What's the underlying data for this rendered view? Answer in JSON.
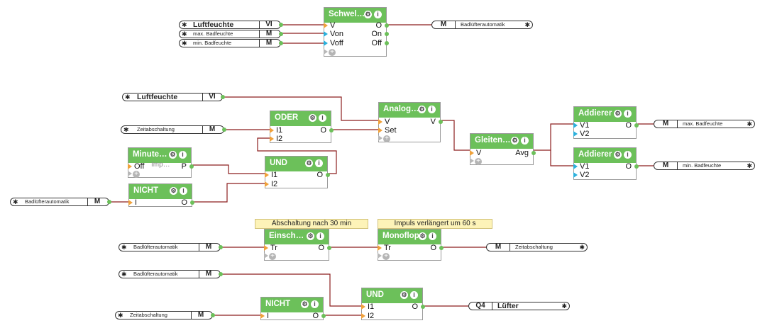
{
  "connectors": [
    {
      "name": "Luftfeuchte",
      "type": "VI",
      "dir": "in",
      "bold": true
    },
    {
      "name": "max. Badfeuchte",
      "type": "M",
      "dir": "in",
      "bold": false
    },
    {
      "name": "min. Badfeuchte",
      "type": "M",
      "dir": "in",
      "bold": false
    },
    {
      "name": "Badlüfterautomatik",
      "type": "M",
      "dir": "out",
      "bold": false
    },
    {
      "name": "Luftfeuchte",
      "type": "VI",
      "dir": "in",
      "bold": true
    },
    {
      "name": "Zeitabschaltung",
      "type": "M",
      "dir": "in",
      "bold": false
    },
    {
      "name": "Badlüfterautomatik",
      "type": "M",
      "dir": "in",
      "bold": false
    },
    {
      "name": "max. Badfeuchte",
      "type": "M",
      "dir": "out",
      "bold": false
    },
    {
      "name": "min. Badfeuchte",
      "type": "M",
      "dir": "out",
      "bold": false
    },
    {
      "name": "Badlüfterautomatik",
      "type": "M",
      "dir": "in",
      "bold": false
    },
    {
      "name": "Zeitabschaltung",
      "type": "M",
      "dir": "out",
      "bold": false
    },
    {
      "name": "Badlüfterautomatik",
      "type": "M",
      "dir": "in",
      "bold": false
    },
    {
      "name": "Zeitabschaltung",
      "type": "M",
      "dir": "in",
      "bold": false
    },
    {
      "name": "Lüfter",
      "type": "Q4",
      "dir": "out",
      "bold": true
    }
  ],
  "blocks": [
    {
      "title": "Schwel…",
      "inputs": [
        "V",
        "Von",
        "Voff"
      ],
      "outputs": [
        "O",
        "On",
        "Off"
      ],
      "sub": ""
    },
    {
      "title": "ODER",
      "inputs": [
        "I1",
        "I2"
      ],
      "outputs": [
        "O"
      ],
      "sub": ""
    },
    {
      "title": "Analog…",
      "inputs": [
        "V",
        "Set"
      ],
      "outputs": [
        "V"
      ],
      "sub": ""
    },
    {
      "title": "Gleiten…",
      "inputs": [
        "V"
      ],
      "outputs": [
        "Avg"
      ],
      "sub": ""
    },
    {
      "title": "Addierer",
      "inputs": [
        "V1",
        "V2"
      ],
      "outputs": [
        "O"
      ],
      "sub": ""
    },
    {
      "title": "Addierer",
      "inputs": [
        "V1",
        "V2"
      ],
      "outputs": [
        "O"
      ],
      "sub": ""
    },
    {
      "title": "Minute…",
      "inputs": [
        "Off"
      ],
      "outputs": [
        "P"
      ],
      "sub": "Imp…"
    },
    {
      "title": "UND",
      "inputs": [
        "I1",
        "I2"
      ],
      "outputs": [
        "O"
      ],
      "sub": ""
    },
    {
      "title": "NICHT",
      "inputs": [
        "I"
      ],
      "outputs": [
        "O"
      ],
      "sub": ""
    },
    {
      "title": "Einsch…",
      "inputs": [
        "Tr"
      ],
      "outputs": [
        "O"
      ],
      "sub": ""
    },
    {
      "title": "Monoflop",
      "inputs": [
        "Tr"
      ],
      "outputs": [
        "O"
      ],
      "sub": ""
    },
    {
      "title": "NICHT",
      "inputs": [
        "I"
      ],
      "outputs": [
        "O"
      ],
      "sub": ""
    },
    {
      "title": "UND",
      "inputs": [
        "I1",
        "I2"
      ],
      "outputs": [
        "O"
      ],
      "sub": ""
    }
  ],
  "notes": [
    "Abschaltung nach 30 min",
    "Impuls verlängert um 60 s"
  ],
  "icons": {
    "gear": "gear-icon",
    "info": "info-icon",
    "add": "add-input-icon"
  },
  "colors": {
    "header": "#6cc05a",
    "wire": "#8c1e1e",
    "input_pin": "#f0a23b",
    "param_pin": "#2bb0dc",
    "note_bg": "#fdf3b8"
  }
}
